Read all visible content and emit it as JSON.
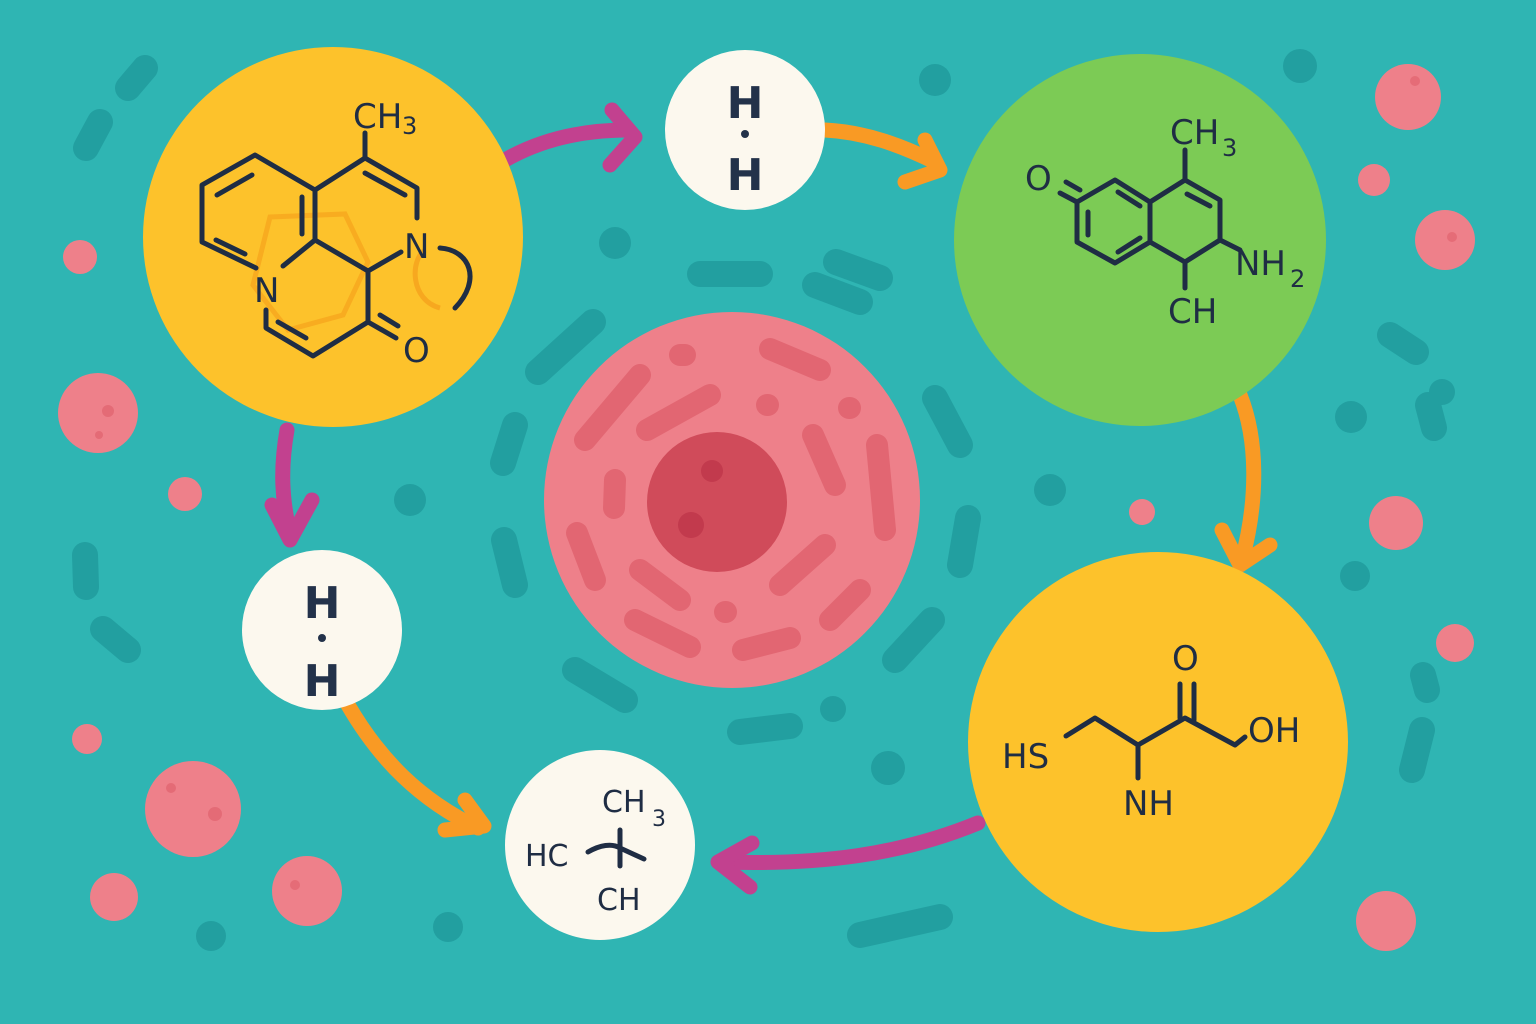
{
  "colors": {
    "background": "#2fb5b3",
    "background_dots": "#229fa0",
    "molecule_yellow": "#fdc22b",
    "molecule_green": "#7ccb55",
    "node_cream": "#fcf8ee",
    "cell_outer": "#ee808a",
    "cell_organelle": "#e26672",
    "cell_nucleus": "#d04b5a",
    "cell_nucleolus": "#c23a4d",
    "vesicle_pink": "#ee808a",
    "arrow_magenta": "#c2418f",
    "arrow_orange": "#f99a24",
    "ink": "#1f2d44",
    "ghost_ring": "#f7a81f"
  },
  "diagram": {
    "title": "",
    "center": {
      "name": "cell",
      "icon": "cell-icon"
    },
    "nodes": [
      {
        "id": "molecule-1",
        "shape": "circle",
        "fill": "yellow",
        "labels": {
          "ch3": "CH",
          "ch3_sub": "3",
          "n_top": "N",
          "n_bottom": "N",
          "o": "O"
        }
      },
      {
        "id": "hydrogen-top",
        "shape": "circle",
        "fill": "cream",
        "labels": {
          "h1": "H",
          "h2": "H"
        }
      },
      {
        "id": "molecule-2",
        "shape": "circle",
        "fill": "green",
        "labels": {
          "ch3": "CH",
          "ch3_sub": "3",
          "o": "O",
          "nh2": "NH",
          "nh2_sub": "2",
          "ch": "CH"
        }
      },
      {
        "id": "cysteine",
        "shape": "circle",
        "fill": "yellow",
        "labels": {
          "hs": "HS",
          "o": "O",
          "oh": "OH",
          "nh": "NH"
        }
      },
      {
        "id": "isobutane",
        "shape": "circle",
        "fill": "cream",
        "labels": {
          "ch3": "CH",
          "ch3_sub": "3",
          "hc": "HC",
          "ch": "CH"
        }
      },
      {
        "id": "hydrogen-left",
        "shape": "circle",
        "fill": "cream",
        "labels": {
          "h1": "H",
          "h2": "H"
        }
      }
    ],
    "edges": [
      {
        "from": "molecule-1",
        "to": "hydrogen-top",
        "color": "magenta"
      },
      {
        "from": "hydrogen-top",
        "to": "molecule-2",
        "color": "orange"
      },
      {
        "from": "molecule-2",
        "to": "cysteine",
        "color": "orange"
      },
      {
        "from": "cysteine",
        "to": "isobutane",
        "color": "magenta"
      },
      {
        "from": "molecule-1",
        "to": "hydrogen-left",
        "color": "magenta"
      },
      {
        "from": "hydrogen-left",
        "to": "isobutane",
        "color": "orange"
      }
    ]
  }
}
